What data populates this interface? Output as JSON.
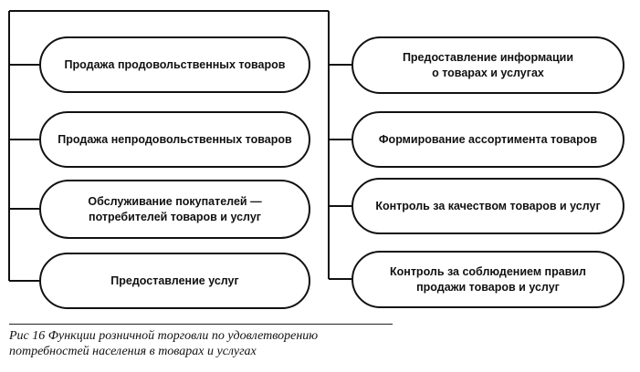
{
  "diagram": {
    "left_column": [
      {
        "label": "Продажа продовольственных товаров"
      },
      {
        "label": "Продажа непродовольственных товаров"
      },
      {
        "label": "Обслуживание покупателей —\nпотребителей товаров и услуг"
      },
      {
        "label": "Предоставление услуг"
      }
    ],
    "right_column": [
      {
        "label": "Предоставление информации\nо товарах и услугах"
      },
      {
        "label": "Формирование ассортимента товаров"
      },
      {
        "label": "Контроль за качеством товаров и услуг"
      },
      {
        "label": "Контроль за соблюдением правил\nпродажи товаров и услуг"
      }
    ]
  },
  "caption": {
    "text": "Рис 16  Функции розничной торговли по удовлетворению\nпотребностей населения в товарах и услугах"
  }
}
